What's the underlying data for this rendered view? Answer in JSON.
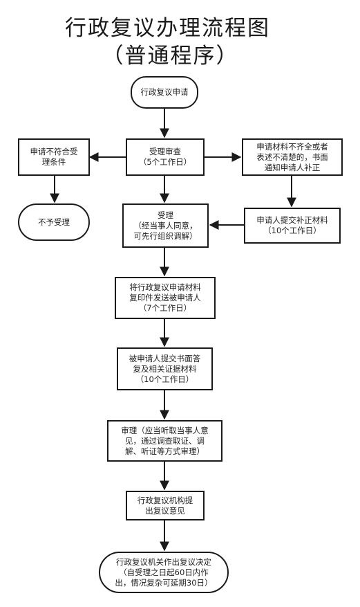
{
  "title": {
    "line1": "行政复议办理流程图",
    "line2": "（普通程序）"
  },
  "nodes": {
    "apply": "行政复议申请",
    "review": "受理审查\n（5个工作日）",
    "not_qualified": "申请不符合受\n理条件",
    "incomplete": "申请材料不齐全或者\n表述不清楚的，书面\n通知申请人补正",
    "reject": "不予受理",
    "accept": "受理\n（经当事人同意，\n可先行组织调解）",
    "supplement": "申请人提交补正材料\n（10个工作日）",
    "send_copy": "将行政复议申请材料\n复印件发送被申请人\n（7个工作日）",
    "respondent_reply": "被申请人提交书面答\n复及相关证据材料\n（10个工作日）",
    "hearing": "审理（应当听取当事人意\n见，通过调查取证、调\n解、听证等方式审理）",
    "opinion": "行政复议机构提\n出复议意见",
    "decision": "行政复议机关作出复议决定\n（自受理之日起60日内作\n出，情况复杂可延期30日）"
  },
  "colors": {
    "line": "#1a1a1a",
    "text": "#222222",
    "background": "#ffffff"
  }
}
